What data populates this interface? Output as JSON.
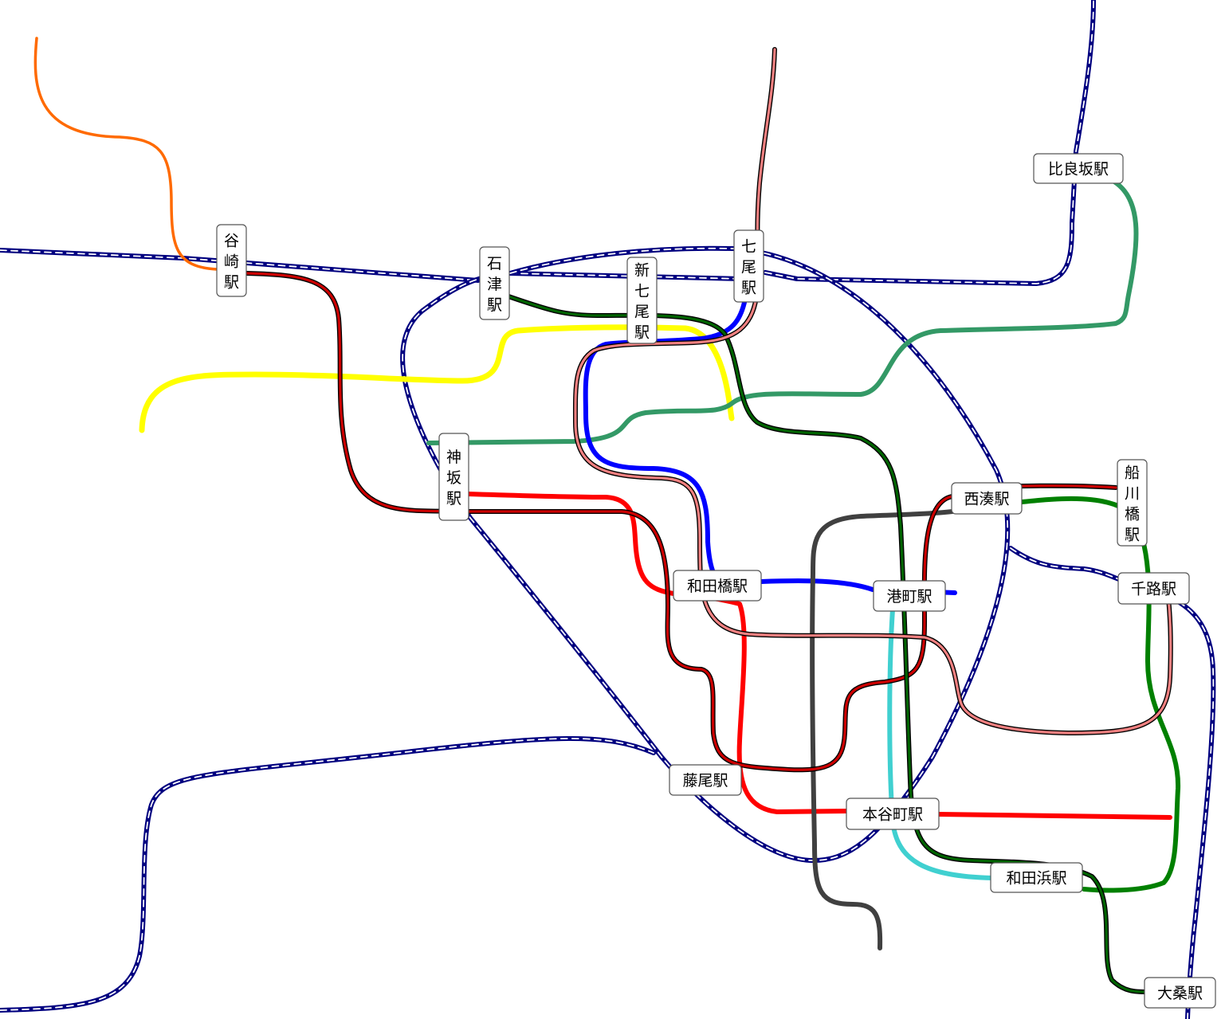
{
  "stations": [
    {
      "id": "tanizaki",
      "name": "谷崎駅",
      "vertical": true
    },
    {
      "id": "ishizu",
      "name": "石津駅",
      "vertical": true
    },
    {
      "id": "shin-nanao",
      "name": "新七尾駅",
      "vertical": true
    },
    {
      "id": "nanao",
      "name": "七尾駅",
      "vertical": true
    },
    {
      "id": "hirasaka",
      "name": "比良坂駅",
      "vertical": false
    },
    {
      "id": "kamisaka",
      "name": "神坂駅",
      "vertical": true
    },
    {
      "id": "nishiminato",
      "name": "西湊駅",
      "vertical": false
    },
    {
      "id": "funakawabashi",
      "name": "船川橋駅",
      "vertical": true
    },
    {
      "id": "wadabashi",
      "name": "和田橋駅",
      "vertical": false
    },
    {
      "id": "minatomachi",
      "name": "港町駅",
      "vertical": false
    },
    {
      "id": "senro",
      "name": "千路駅",
      "vertical": false
    },
    {
      "id": "fujio",
      "name": "藤尾駅",
      "vertical": false
    },
    {
      "id": "hontanimachi",
      "name": "本谷町駅",
      "vertical": false
    },
    {
      "id": "wadahama",
      "name": "和田浜駅",
      "vertical": false
    },
    {
      "id": "oguwa",
      "name": "大桑駅",
      "vertical": false
    }
  ],
  "line_colors": {
    "navy": "#000080",
    "orange": "#ff6a00",
    "yellow": "#ffff00",
    "seagreen": "#339966",
    "darkgreen": "#006400",
    "green": "#008000",
    "blue": "#0000ff",
    "pink": "#f08080",
    "red": "#ff0000",
    "darkred": "#cc0000",
    "cyan": "#40d0d0",
    "charcoal": "#404040"
  }
}
